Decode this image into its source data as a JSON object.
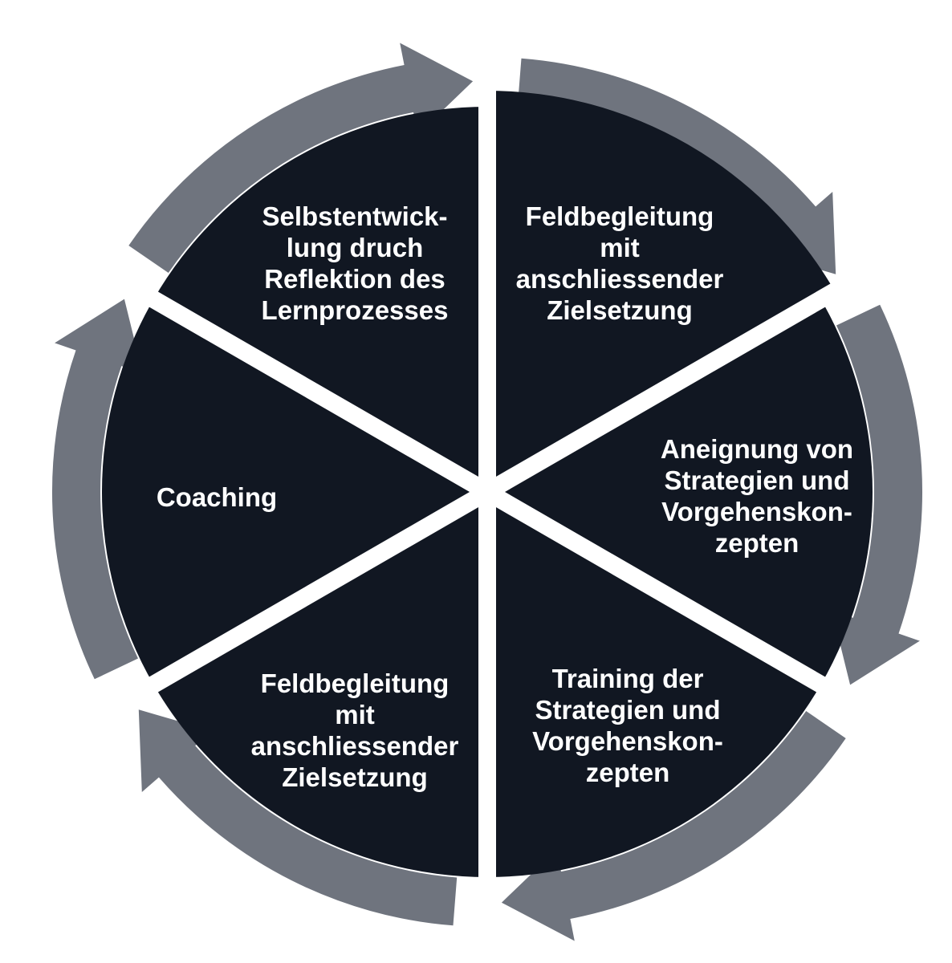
{
  "diagram": {
    "type": "cycle",
    "colors": {
      "segment_fill": "#111722",
      "ring_arrow": "#6f747e",
      "background": "#ffffff",
      "label_text": "#ffffff"
    },
    "segments": [
      {
        "lines": [
          "Feldbegleitung",
          "mit",
          "anschliessender",
          "Zielsetzung"
        ]
      },
      {
        "lines": [
          "Aneignung von",
          "Strategien und",
          "Vorgehenskon-",
          "zepten"
        ]
      },
      {
        "lines": [
          "Training der",
          "Strategien und",
          "Vorgehenskon-",
          "zepten"
        ]
      },
      {
        "lines": [
          "Feldbegleitung",
          "mit",
          "anschliessender",
          "Zielsetzung"
        ]
      },
      {
        "lines": [
          "Coaching"
        ]
      },
      {
        "lines": [
          "Selbstentwick-",
          "lung druch",
          "Reflektion des",
          "Lernprozesses"
        ]
      }
    ],
    "flow_direction": "clockwise"
  }
}
